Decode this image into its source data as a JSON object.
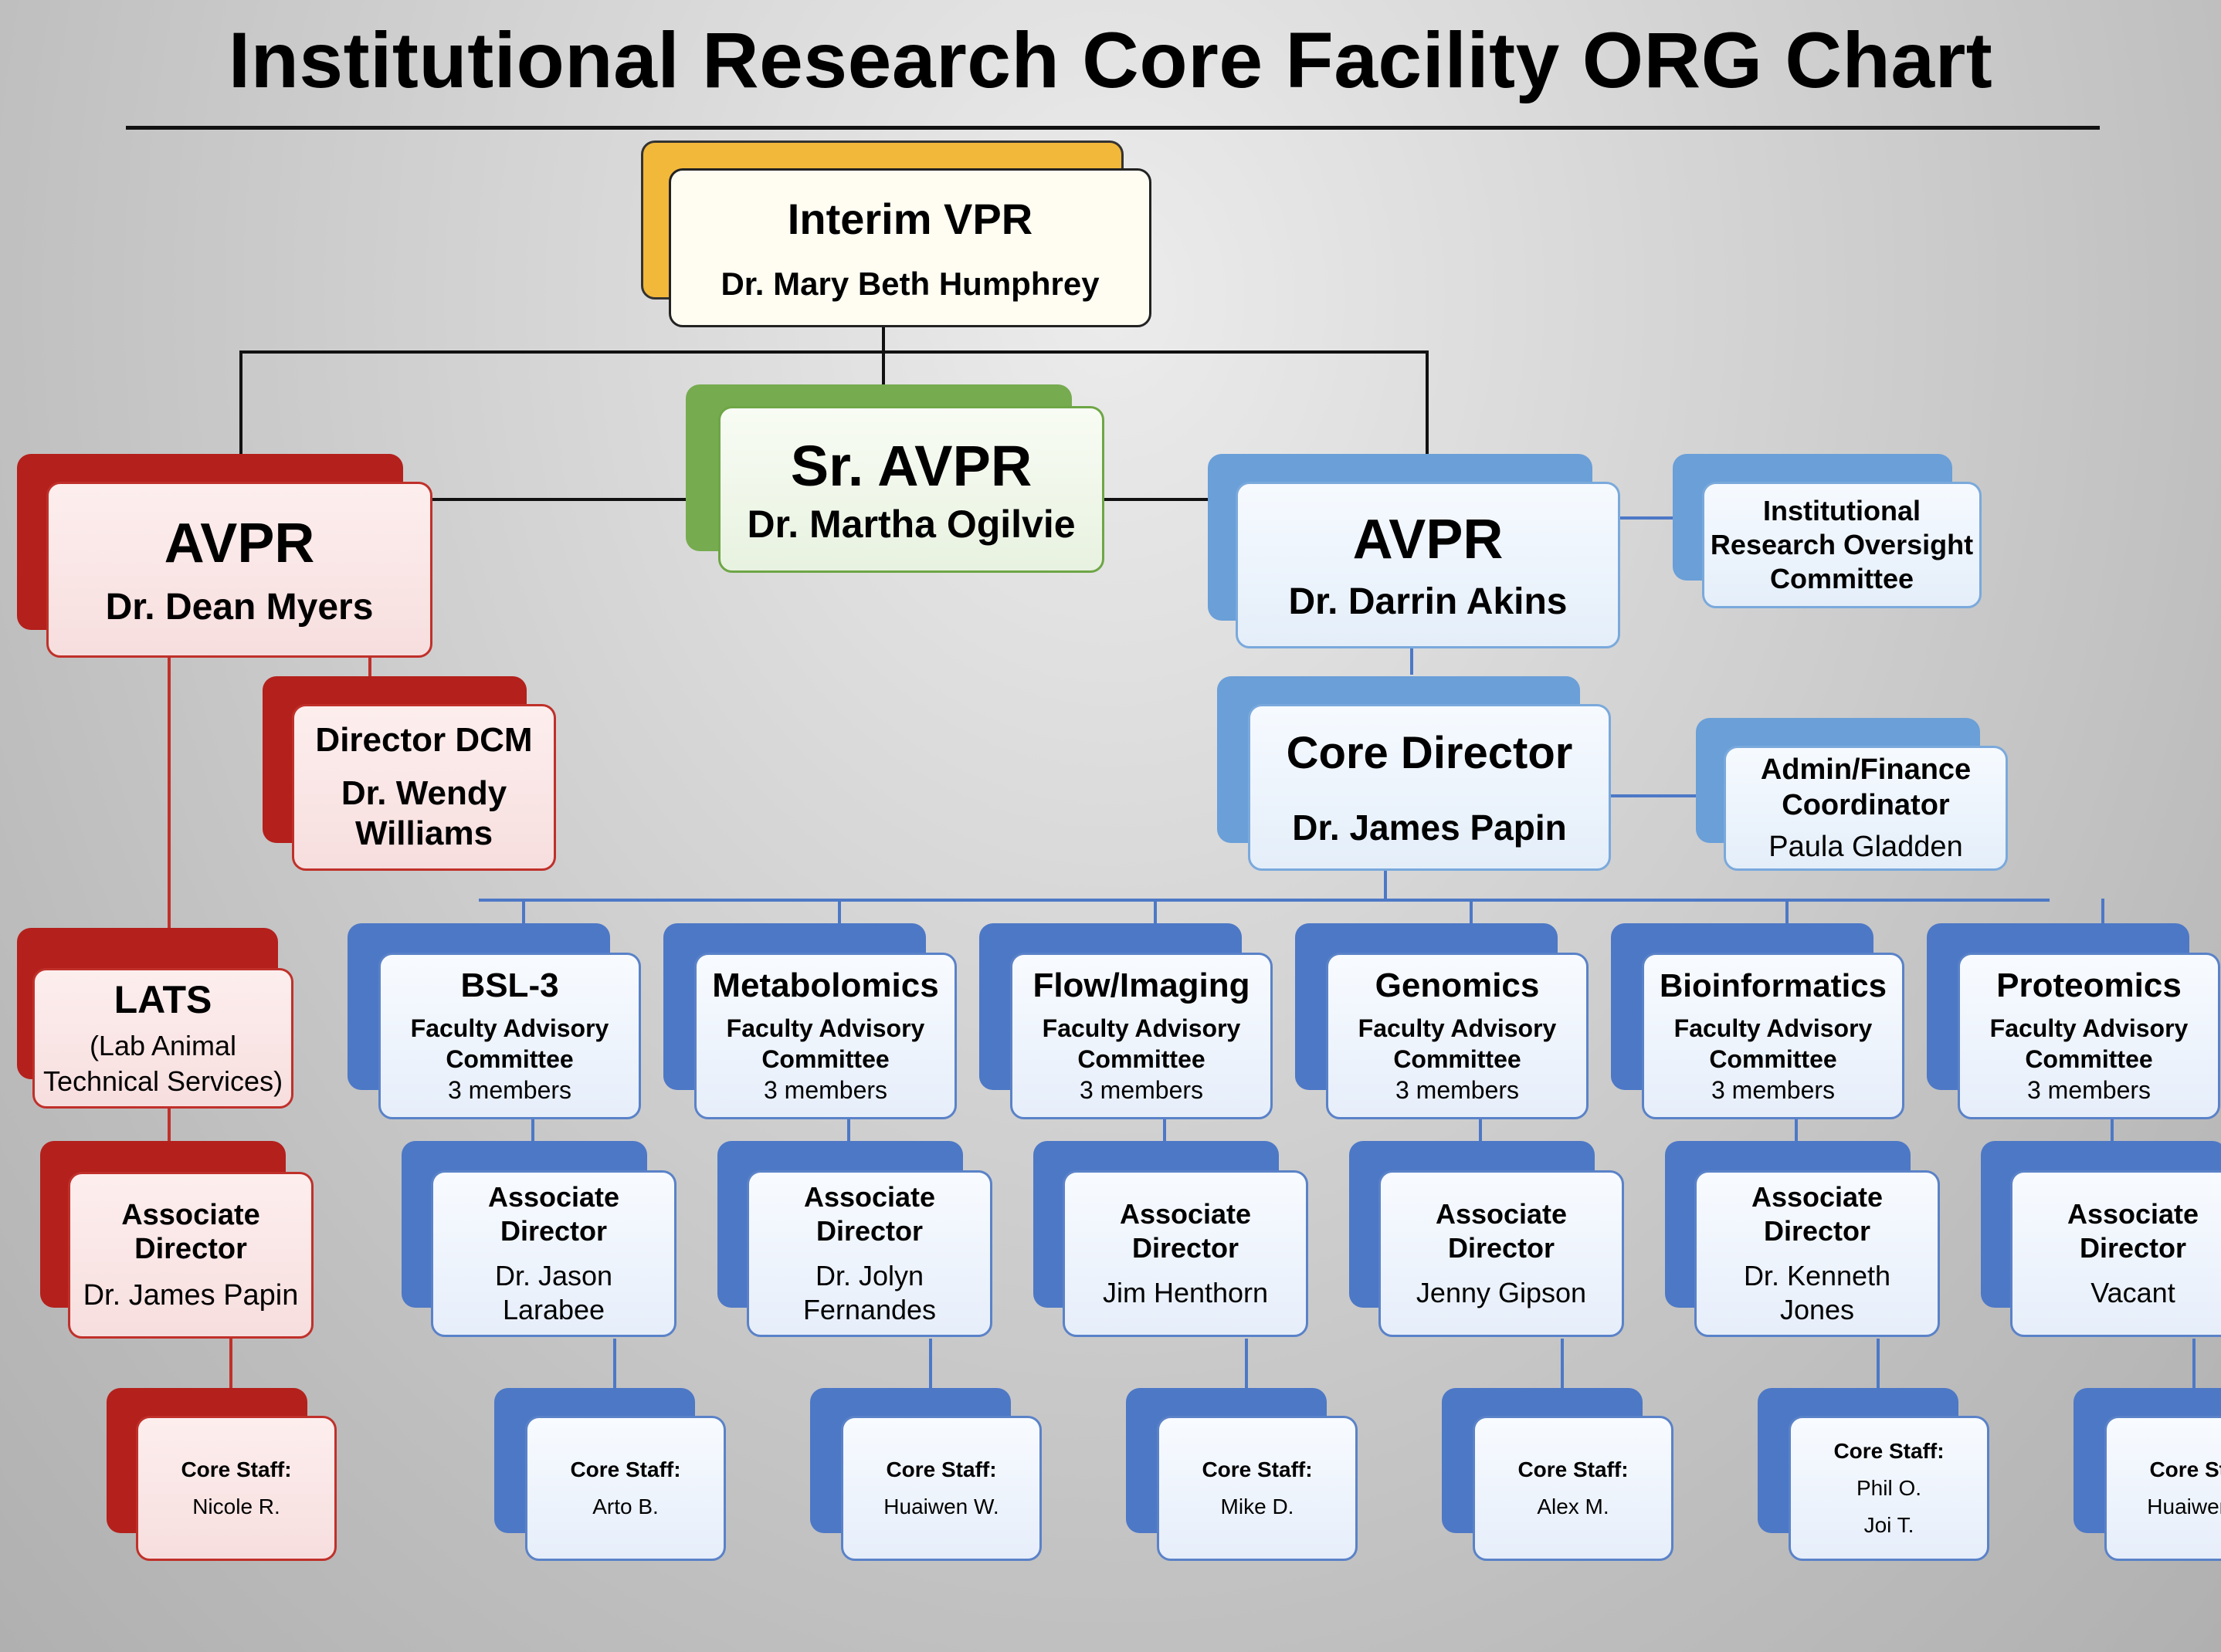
{
  "title": "Institutional Research Core Facility ORG Chart",
  "colors": {
    "red": "#b4201c",
    "blue": "#4d78c6",
    "light_blue": "#6a9fd8",
    "gold": "#f2b83a",
    "green": "#76ab4f"
  },
  "top": {
    "role": "Interim VPR",
    "name": "Dr. Mary Beth Humphrey"
  },
  "sr_avpr": {
    "role": "Sr. AVPR",
    "name": "Dr. Martha Ogilvie"
  },
  "avpr_left": {
    "role": "AVPR",
    "name": "Dr. Dean Myers"
  },
  "avpr_right": {
    "role": "AVPR",
    "name": "Dr. Darrin Akins"
  },
  "oversight": {
    "line1": "Institutional",
    "line2": "Research Oversight",
    "line3": "Committee"
  },
  "dcm": {
    "role": "Director DCM",
    "name1": "Dr. Wendy",
    "name2": "Williams"
  },
  "core_director": {
    "role": "Core Director",
    "name": "Dr. James Papin"
  },
  "admin": {
    "line1": "Admin/Finance",
    "line2": "Coordinator",
    "name": "Paula Gladden"
  },
  "lats": {
    "title": "LATS",
    "sub1": "(Lab Animal",
    "sub2": "Technical Services)",
    "assoc1": "Associate",
    "assoc2": "Director",
    "assoc_name": "Dr. James Papin",
    "staff_label": "Core Staff:",
    "staff1": "Nicole R."
  },
  "cores": [
    {
      "name": "BSL-3",
      "fac1": "Faculty Advisory",
      "fac2": "Committee",
      "members": "3 members",
      "assoc1": "Associate",
      "assoc2": "Director",
      "ad1": "Dr. Jason",
      "ad2": "Larabee",
      "staff_label": "Core Staff:",
      "staff1": "Arto B.",
      "staff2": ""
    },
    {
      "name": "Metabolomics",
      "fac1": "Faculty Advisory",
      "fac2": "Committee",
      "members": "3 members",
      "assoc1": "Associate",
      "assoc2": "Director",
      "ad1": "Dr. Jolyn",
      "ad2": "Fernandes",
      "staff_label": "Core Staff:",
      "staff1": "Huaiwen W.",
      "staff2": ""
    },
    {
      "name": "Flow/Imaging",
      "fac1": "Faculty Advisory",
      "fac2": "Committee",
      "members": "3 members",
      "assoc1": "Associate",
      "assoc2": "Director",
      "ad1": "Jim Henthorn",
      "ad2": "",
      "staff_label": "Core Staff:",
      "staff1": "Mike D.",
      "staff2": ""
    },
    {
      "name": "Genomics",
      "fac1": "Faculty Advisory",
      "fac2": "Committee",
      "members": "3 members",
      "assoc1": "Associate",
      "assoc2": "Director",
      "ad1": "Jenny Gipson",
      "ad2": "",
      "staff_label": "Core Staff:",
      "staff1": "Alex M.",
      "staff2": ""
    },
    {
      "name": "Bioinformatics",
      "fac1": "Faculty Advisory",
      "fac2": "Committee",
      "members": "3 members",
      "assoc1": "Associate",
      "assoc2": "Director",
      "ad1": "Dr. Kenneth",
      "ad2": "Jones",
      "staff_label": "Core Staff:",
      "staff1": "Phil O.",
      "staff2": "Joi T."
    },
    {
      "name": "Proteomics",
      "fac1": "Faculty Advisory",
      "fac2": "Committee",
      "members": "3 members",
      "assoc1": "Associate",
      "assoc2": "Director",
      "ad1": "Vacant",
      "ad2": "",
      "staff_label": "Core Staff:",
      "staff1": "Huaiwen W.",
      "staff2": ""
    }
  ]
}
